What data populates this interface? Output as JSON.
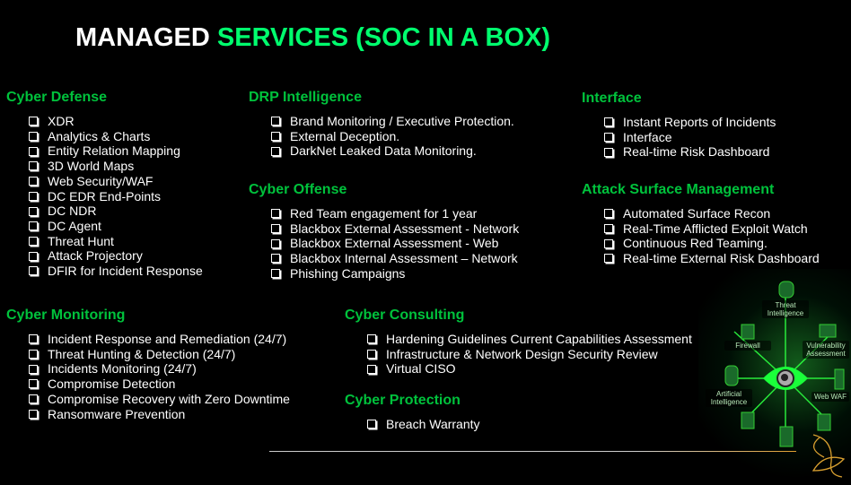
{
  "title": {
    "part1": "MANAGED",
    "part2": "SERVICES (SOC IN A BOX)"
  },
  "colors": {
    "title_accent": "#00ff6e",
    "heading": "#00c23c",
    "background": "#000000"
  },
  "sections": [
    {
      "heading": "Cyber Defense",
      "items": [
        "XDR",
        "Analytics & Charts",
        "Entity Relation Mapping",
        "3D World Maps",
        "Web Security/WAF",
        "DC EDR End-Points",
        "DC NDR",
        "DC Agent",
        "Threat Hunt",
        "Attack Projectory",
        "DFIR for Incident Response"
      ]
    },
    {
      "heading": "DRP Intelligence",
      "items": [
        "Brand Monitoring / Executive Protection.",
        "External Deception.",
        "DarkNet Leaked Data Monitoring."
      ]
    },
    {
      "heading": "Cyber Offense",
      "items": [
        "Red Team engagement for 1 year",
        "Blackbox External Assessment - Network",
        "Blackbox External Assessment - Web",
        "Blackbox Internal Assessment – Network",
        "Phishing Campaigns"
      ]
    },
    {
      "heading": "Interface",
      "items": [
        "Instant Reports of Incidents",
        "Interface",
        "Real-time Risk Dashboard"
      ]
    },
    {
      "heading": "Attack Surface Management",
      "items": [
        "Automated Surface Recon",
        "Real-Time Afflicted Exploit Watch",
        "Continuous Red Teaming.",
        "Real-time External Risk Dashboard"
      ]
    },
    {
      "heading": "Cyber Monitoring",
      "items": [
        "Incident Response and Remediation (24/7)",
        "Threat Hunting & Detection (24/7)",
        "Incidents Monitoring (24/7)",
        "Compromise Detection",
        "Compromise Recovery with Zero Downtime",
        "Ransomware Prevention"
      ]
    },
    {
      "heading": "Cyber Consulting",
      "items": [
        "Hardening Guidelines Current Capabilities Assessment",
        "Infrastructure & Network Design Security Review",
        "Virtual CISO"
      ]
    },
    {
      "heading": "Cyber Protection",
      "items": [
        "Breach Warranty"
      ]
    }
  ],
  "graphic": {
    "labels": [
      "Firewall",
      "Threat Intelligence",
      "Vulnerability Assessment",
      "Artificial Intelligence",
      "Web WAF"
    ]
  }
}
